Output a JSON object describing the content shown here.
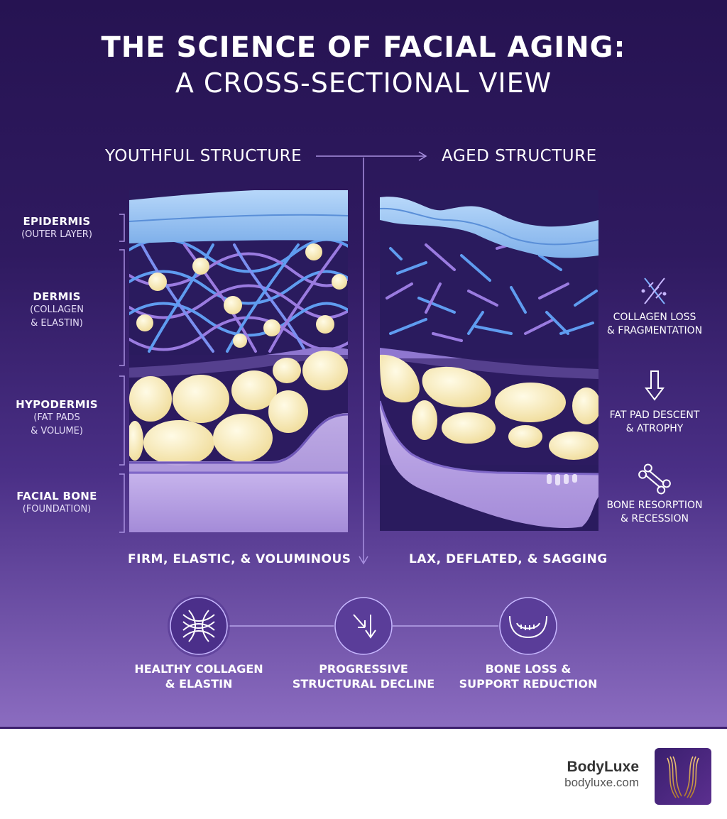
{
  "title": {
    "line1": "THE SCIENCE OF FACIAL AGING:",
    "line2": "A CROSS-SECTIONAL VIEW"
  },
  "columns": {
    "youthful": {
      "heading": "YOUTHFUL STRUCTURE",
      "caption": "FIRM, ELASTIC, & VOLUMINOUS"
    },
    "aged": {
      "heading": "AGED STRUCTURE",
      "caption": "LAX, DEFLATED, & SAGGING"
    }
  },
  "layers": [
    {
      "name": "EPIDERMIS",
      "sub": [
        "(OUTER LAYER)"
      ]
    },
    {
      "name": "DERMIS",
      "sub": [
        "(COLLAGEN",
        "& ELASTIN)"
      ]
    },
    {
      "name": "HYPODERMIS",
      "sub": [
        "(FAT PADS",
        "& VOLUME)"
      ]
    },
    {
      "name": "FACIAL BONE",
      "sub": [
        "(FOUNDATION)"
      ]
    }
  ],
  "aging_effects": [
    {
      "icon": "dna-icon",
      "lines": [
        "COLLAGEN LOSS",
        "& FRAGMENTATION"
      ]
    },
    {
      "icon": "down-arrow-icon",
      "lines": [
        "FAT PAD DESCENT",
        "& ATROPHY"
      ]
    },
    {
      "icon": "bone-icon",
      "lines": [
        "BONE RESORPTION",
        "& RECESSION"
      ]
    }
  ],
  "summary": [
    {
      "icon": "collagen-mesh-icon",
      "lines": [
        "HEALTHY COLLAGEN",
        "& ELASTIN"
      ]
    },
    {
      "icon": "decline-arrows-icon",
      "lines": [
        "PROGRESSIVE",
        "STRUCTURAL DECLINE"
      ]
    },
    {
      "icon": "jawbone-icon",
      "lines": [
        "BONE LOSS &",
        "SUPPORT REDUCTION"
      ]
    }
  ],
  "brand": {
    "name": "BodyLuxe",
    "url": "bodyluxe.com"
  },
  "colors": {
    "background_top": "#261352",
    "background_bottom": "#8b6cc0",
    "epidermis": "#a9cdf5",
    "dermis": "#2a1b5e",
    "fiber_blue": "#5f9cf0",
    "fiber_purple": "#9a7be0",
    "fat": "#fbefbf",
    "bone": "#b4a0e0",
    "footer": "#ffffff"
  }
}
